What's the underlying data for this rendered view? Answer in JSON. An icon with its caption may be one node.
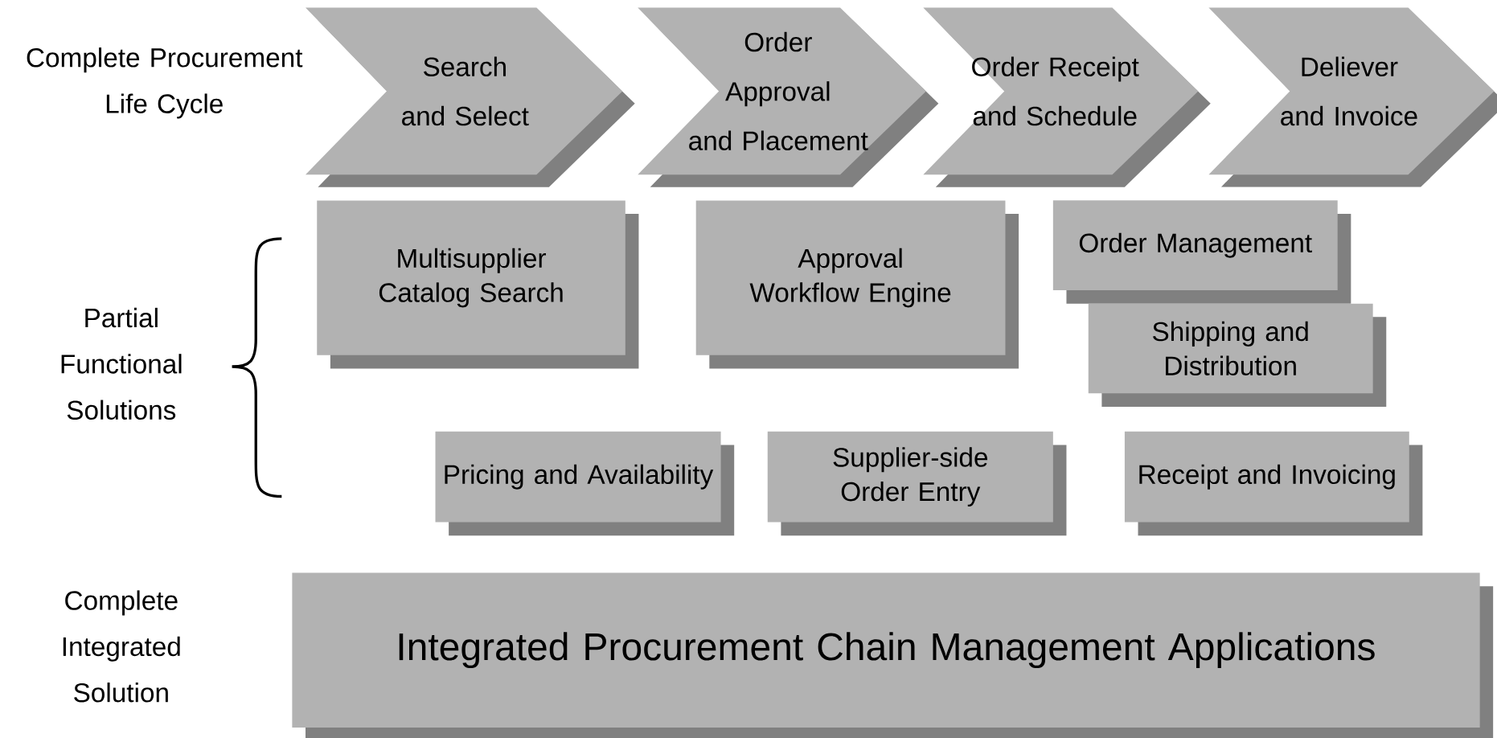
{
  "diagram": {
    "nodes": [
      {
        "text": [
          "Search and Select"
        ]
      },
      {
        "text": [
          "Order Approval and Placement"
        ]
      },
      {
        "text": [
          "Order Receipt and Schedule"
        ]
      },
      {
        "text": [
          "Deliever and Invoice"
        ]
      },
      {
        "text": [
          "Multisupplier Catalog Search"
        ]
      },
      {
        "text": [
          "Approval Workflow Engine"
        ]
      },
      {
        "text": [
          "Order Management"
        ]
      },
      {
        "text": [
          "Shipping and Distribution"
        ]
      },
      {
        "text": [
          "Pricing and Availability"
        ]
      },
      {
        "text": [
          "Supplier-side Order Entry"
        ]
      },
      {
        "text": [
          "Receipt and Invoicing"
        ]
      },
      {
        "text": [
          "Integrated Procurement Chain Management Applications"
        ]
      }
    ],
    "labels": [
      "Complete Procurement Life Cycle",
      "Partial Functional Solutions",
      "Complete Integrated Solution"
    ]
  }
}
